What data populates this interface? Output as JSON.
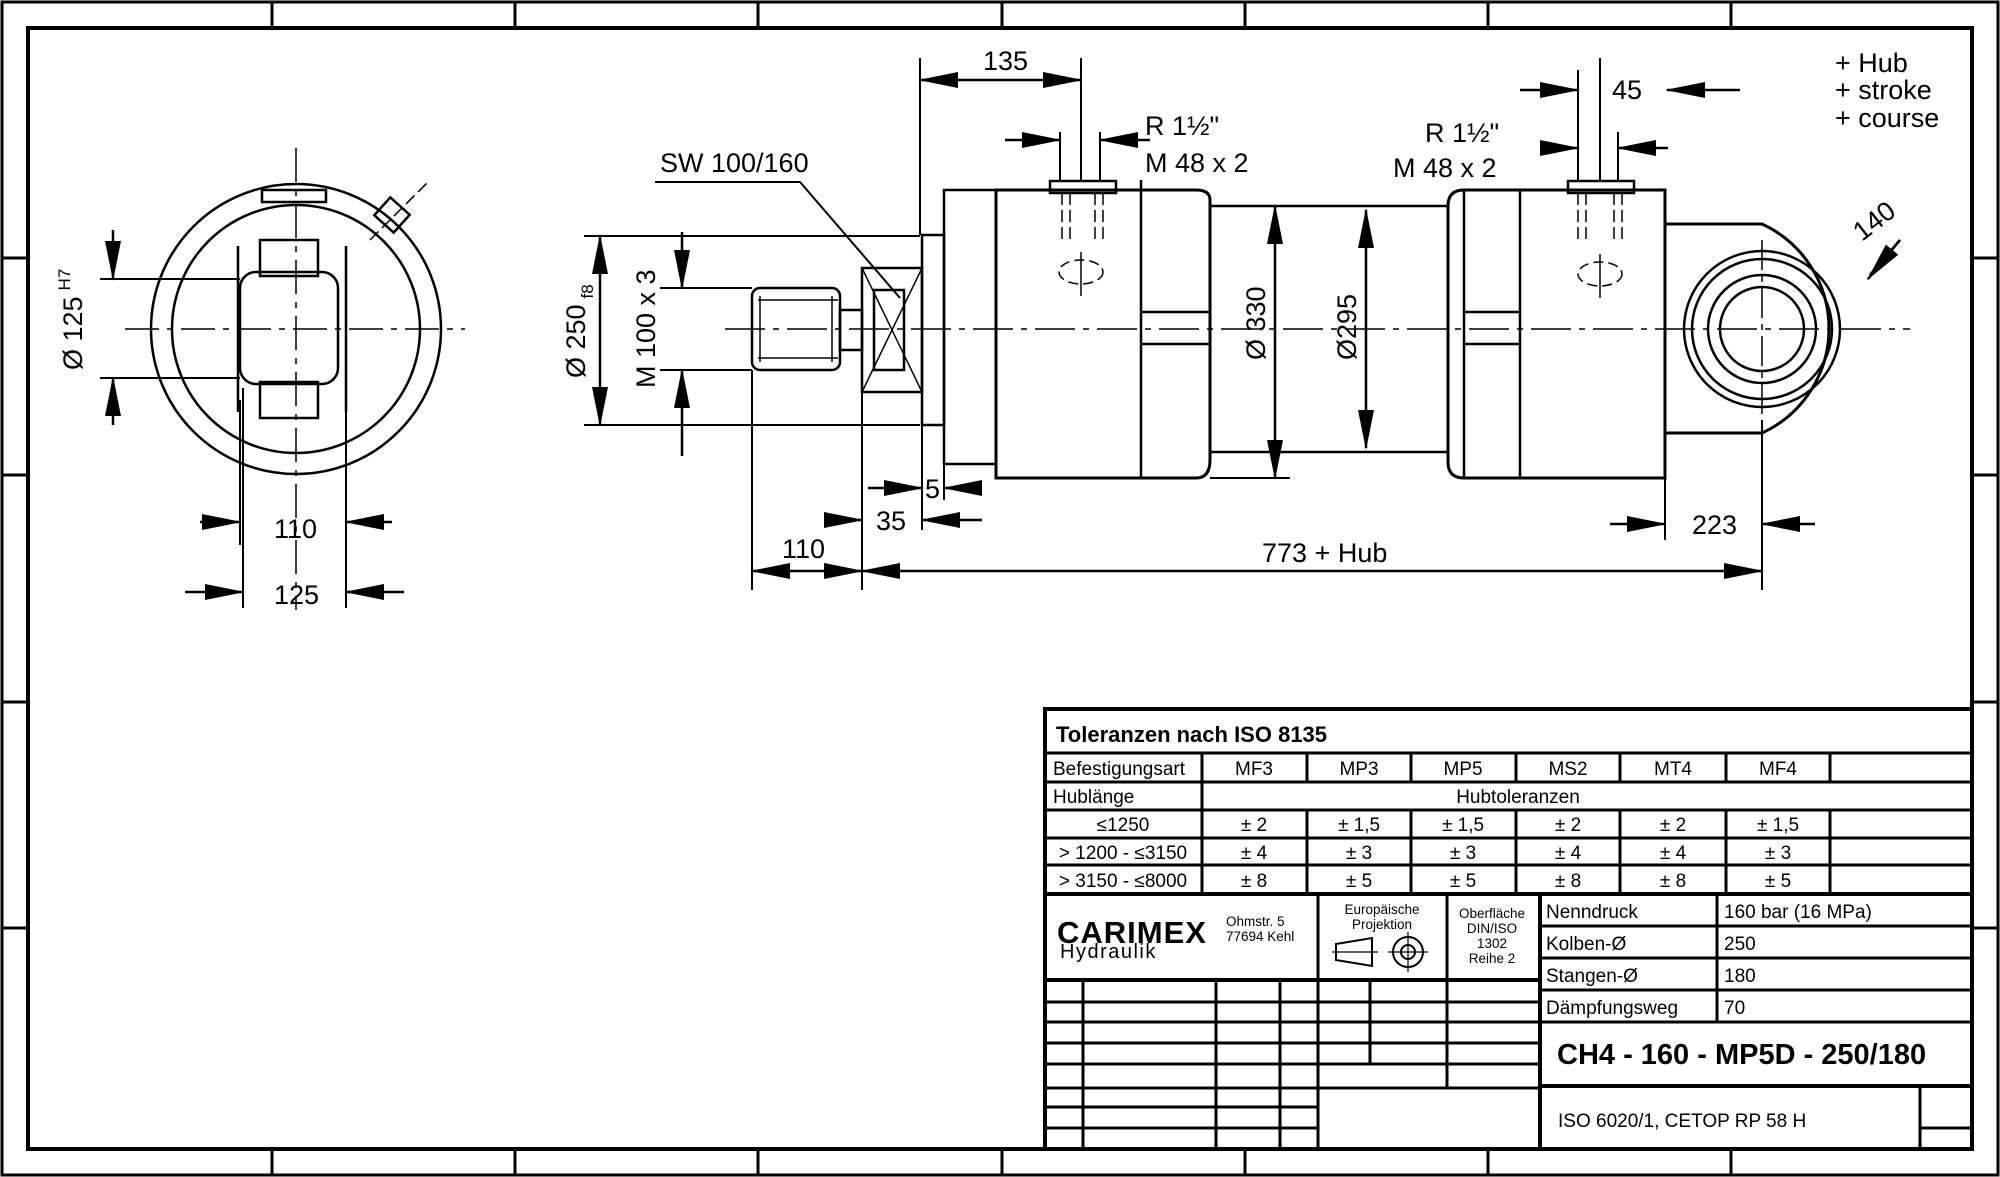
{
  "front_view": {
    "dia_125": "Ø 125",
    "dia_125_tol": "H7",
    "width_110": "110",
    "width_125": "125"
  },
  "side_view": {
    "dim_135": "135",
    "sw": "SW 100/160",
    "port_left_r": "R 1½\"",
    "port_left_m": "M 48 x 2",
    "port_right_r": "R 1½\"",
    "port_right_m": "M 48 x 2",
    "dim_45": "45",
    "note_hub": "+ Hub",
    "note_stroke": "+ stroke",
    "note_course": "+ course",
    "radius_140": "140",
    "dia_250": "Ø 250",
    "dia_250_tol": "f8",
    "thread_m100": "M 100 x 3",
    "dia_330": "Ø 330",
    "dia_295": "Ø295",
    "dim_5": "5",
    "dim_35": "35",
    "dim_110": "110",
    "dim_773": "773 + Hub",
    "dim_223": "223"
  },
  "tolerance_table": {
    "title": "Toleranzen nach ISO 8135",
    "header_label": "Befestigungsart",
    "columns": [
      "MF3",
      "MP3",
      "MP5",
      "MS2",
      "MT4",
      "MF4"
    ],
    "sub_label": "Hublänge",
    "sub_header": "Hubtoleranzen",
    "rows": [
      {
        "range": "≤1250",
        "values": [
          "± 2",
          "± 1,5",
          "± 1,5",
          "± 2",
          "± 2",
          "± 1,5"
        ]
      },
      {
        "range": "> 1200 - ≤3150",
        "values": [
          "± 4",
          "± 3",
          "± 3",
          "± 4",
          "± 4",
          "± 3"
        ]
      },
      {
        "range": "> 3150 - ≤8000",
        "values": [
          "± 8",
          "± 5",
          "± 5",
          "± 8",
          "± 8",
          "± 5"
        ]
      }
    ]
  },
  "title_block": {
    "company": "CARIMEX",
    "division": "Hydraulik",
    "address_1": "Ohmstr. 5",
    "address_2": "77694 Kehl",
    "projection_1": "Europäische",
    "projection_2": "Projektion",
    "surface_1": "Oberfläche",
    "surface_2": "DIN/ISO",
    "surface_3": "1302",
    "surface_4": "Reihe 2",
    "specs": [
      {
        "label": "Nenndruck",
        "value": "160 bar (16 MPa)"
      },
      {
        "label": "Kolben-Ø",
        "value": "250"
      },
      {
        "label": "Stangen-Ø",
        "value": "180"
      },
      {
        "label": "Dämpfungsweg",
        "value": "70"
      }
    ],
    "model": "CH4 - 160 - MP5D - 250/180",
    "standard": "ISO 6020/1, CETOP RP 58 H"
  }
}
